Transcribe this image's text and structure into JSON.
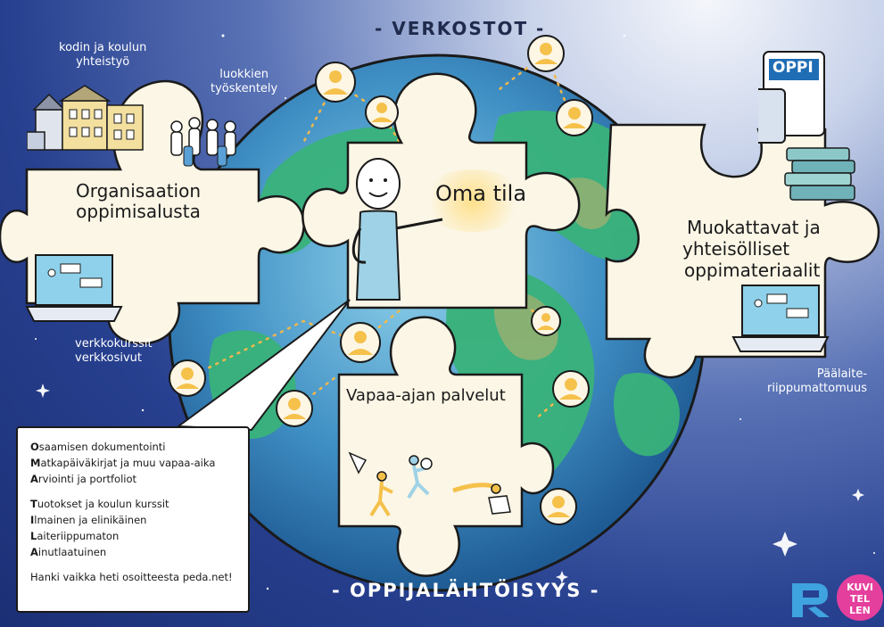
{
  "titles": {
    "top": "- VERKOSTOT -",
    "bottom": "- OPPIJALÄHTÖISYYS -"
  },
  "pieces": {
    "left": "Organisaation oppimisalusta",
    "center": "Oma tila",
    "right_line1": "Muokattavat ja",
    "right_line2": "yhteisölliset",
    "right_line3": "oppimateriaalit",
    "bottom": "Vapaa-ajan palvelut"
  },
  "labels": {
    "home_school_1": "kodin ja koulun",
    "home_school_2": "yhteistyö",
    "class_work_1": "luokkien",
    "class_work_2": "työskentely",
    "courses_1": "verkkokurssit",
    "courses_2": "verkkosivut",
    "device_1": "Päälaite-",
    "device_2": "riippumattomuus",
    "oppi_logo": "OPPI"
  },
  "callout": {
    "group1": [
      {
        "first": "O",
        "rest": "saamisen dokumentointi"
      },
      {
        "first": "M",
        "rest": "atkapäiväkirjat ja muu vapaa-aika"
      },
      {
        "first": "A",
        "rest": "rviointi ja portfoliot"
      }
    ],
    "group2": [
      {
        "first": "T",
        "rest": "uotokset ja koulun kurssit"
      },
      {
        "first": "I",
        "rest": "lmainen ja elinikäinen"
      },
      {
        "first": "L",
        "rest": "aiteriippumaton"
      },
      {
        "first": "A",
        "rest": "inutlaatuinen"
      }
    ],
    "footer": "Hanki vaikka heti osoitteesta peda.net!"
  },
  "logos": {
    "kuvitellen_1": "KUVI",
    "kuvitellen_2": "TEL",
    "kuvitellen_3": "LEN"
  },
  "colors": {
    "globe_ocean": "#3f8fc4",
    "globe_land": "#39b27a",
    "puzzle_fill": "#fbf6e6",
    "person_fill": "#f5c14b",
    "callout_bg": "#ffffff",
    "kuvitellen_pink": "#e43f9d"
  }
}
